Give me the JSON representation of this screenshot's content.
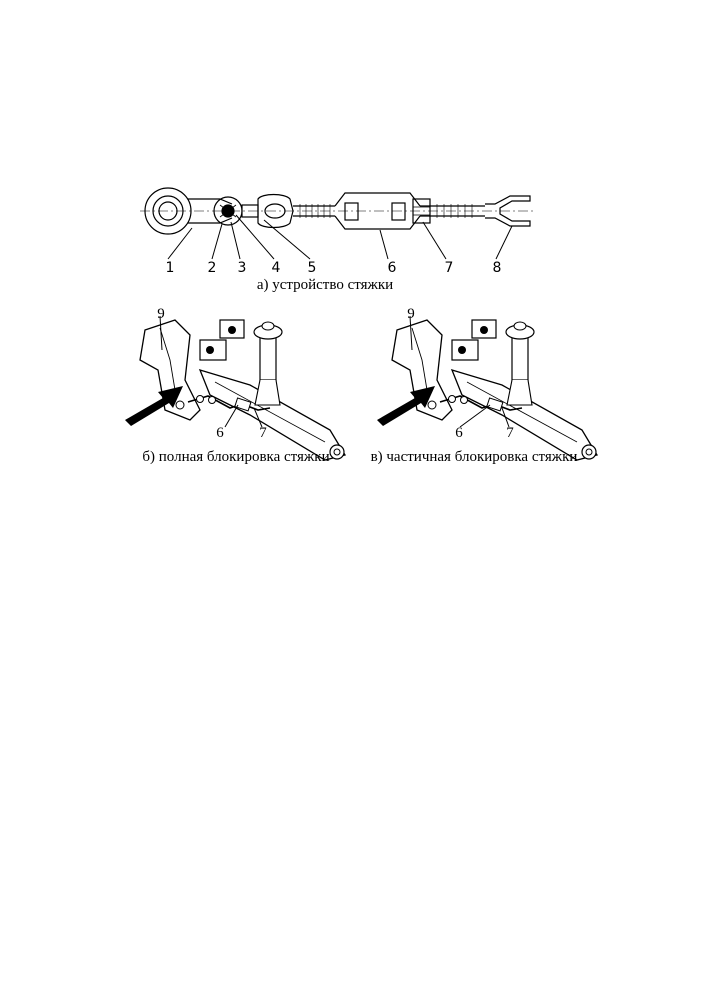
{
  "figure_a": {
    "caption": "а) устройство стяжки",
    "callouts": [
      "1",
      "2",
      "3",
      "4",
      "5",
      "6",
      "7",
      "8"
    ]
  },
  "figure_b": {
    "caption": "б) полная блокировка стяжки",
    "callouts": [
      "9",
      "6",
      "7"
    ]
  },
  "figure_c": {
    "caption": "в) частичная блокировка стяжки",
    "callouts": [
      "9",
      "6",
      "7"
    ]
  }
}
